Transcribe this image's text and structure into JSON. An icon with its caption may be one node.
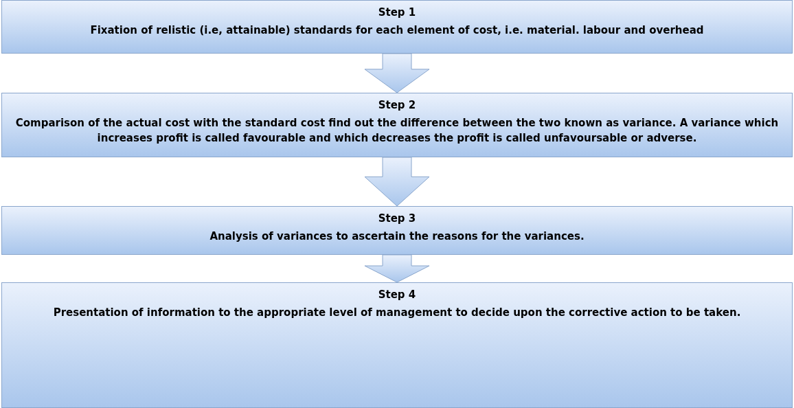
{
  "diagram": {
    "nodes": [
      {
        "text": [
          "Step 1",
          "Fixation of relistic (i.e, attainable) standards for each element of cost, i.e. material. labour and overhead"
        ]
      },
      {
        "text": [
          "Step 2",
          "Comparison of the actual cost with the standard cost find out the difference between the two known as variance. A variance which increases profit is called favourable and which decreases the profit is called unfavoursable or adverse."
        ]
      },
      {
        "text": [
          "Step 3",
          "Analysis of variances to ascertain the reasons for the variances."
        ]
      },
      {
        "text": [
          "Step 4",
          "Presentation of information to the appropriate level of management to decide upon the corrective action to be taken."
        ]
      }
    ],
    "edges": [
      {
        "from": 0,
        "to": 1,
        "arrow": "to"
      },
      {
        "from": 1,
        "to": 2,
        "arrow": "to"
      },
      {
        "from": 2,
        "to": 3,
        "arrow": "to"
      }
    ]
  }
}
